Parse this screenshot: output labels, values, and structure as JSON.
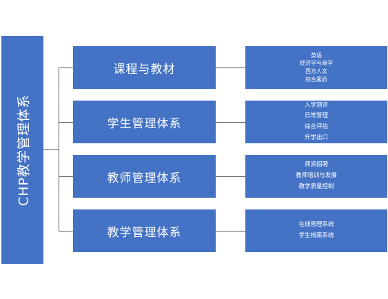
{
  "root": {
    "label": "CHP教学管理体系"
  },
  "branches": [
    {
      "label": "课程与教材",
      "details": [
        "英语",
        "经济学与商学",
        "西方人文",
        "综合素质"
      ]
    },
    {
      "label": "学生管理体系",
      "details": [
        "入学测评",
        "日常管理",
        "综合评估",
        "升学出口"
      ]
    },
    {
      "label": "教师管理体系",
      "details": [
        "师资招聘",
        "教师培训与发展",
        "教学质量控制"
      ]
    },
    {
      "label": "教学管理体系",
      "details": [
        "在线管理系统",
        "学生档案系统"
      ]
    }
  ],
  "colors": {
    "box_fill": "#4472c4",
    "text": "#ffffff",
    "connector": "#555555"
  }
}
